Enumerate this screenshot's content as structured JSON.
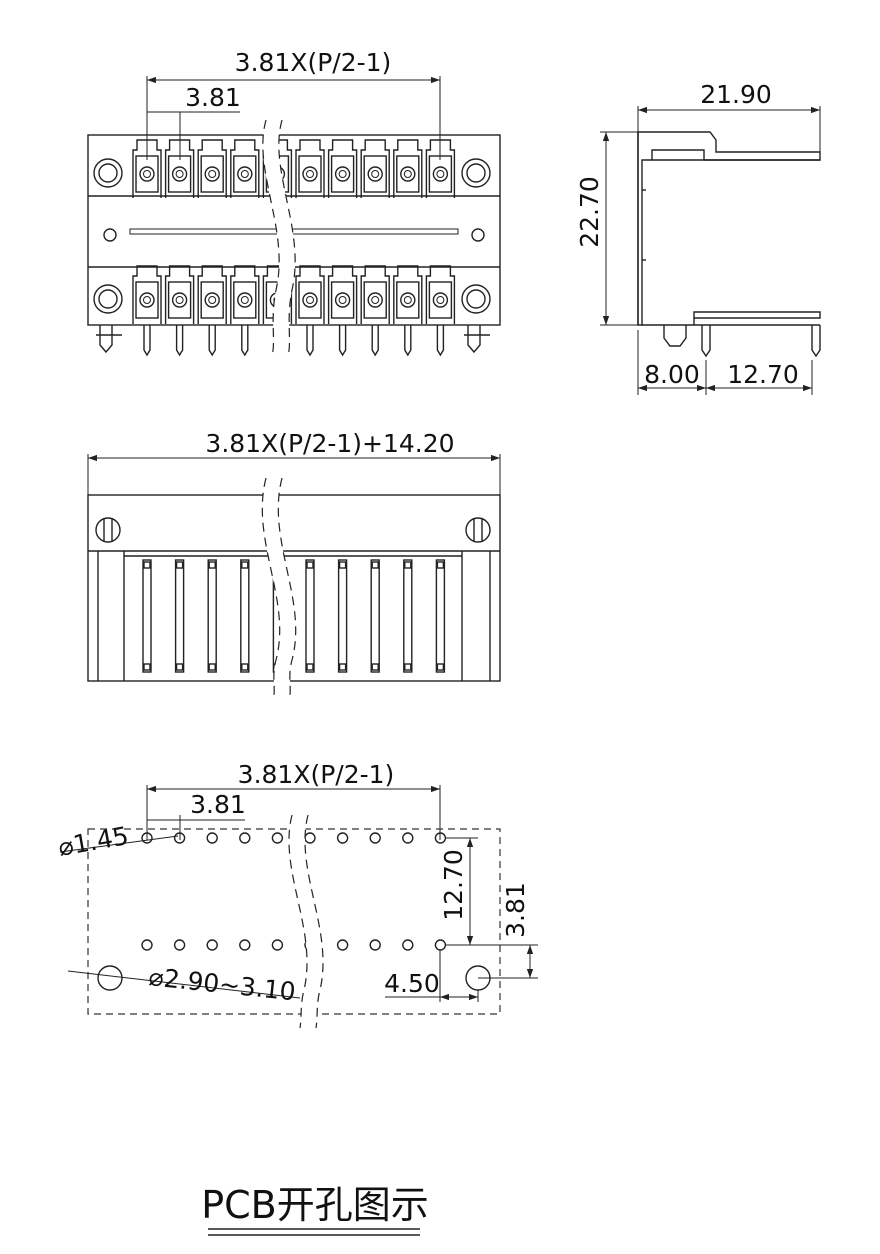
{
  "top_view": {
    "dim_span": "3.81X(P/2-1)",
    "dim_pitch": "3.81",
    "terminal_count": 10
  },
  "side_view": {
    "dim_width": "21.90",
    "dim_height": "22.70",
    "dim_left": "8.00",
    "dim_right": "12.70"
  },
  "front_view": {
    "dim_total": "3.81X(P/2-1)+14.20",
    "pin_count": 10
  },
  "pcb_view": {
    "dim_span": "3.81X(P/2-1)",
    "dim_pitch": "3.81",
    "dim_hole": "⌀1.45",
    "dim_row_spacing": "12.70",
    "dim_mount_offset_y": "3.81",
    "dim_mount_hole": "⌀2.90~3.10",
    "dim_mount_offset_x": "4.50",
    "holes_per_row": 10
  },
  "caption": "PCB开孔图示"
}
